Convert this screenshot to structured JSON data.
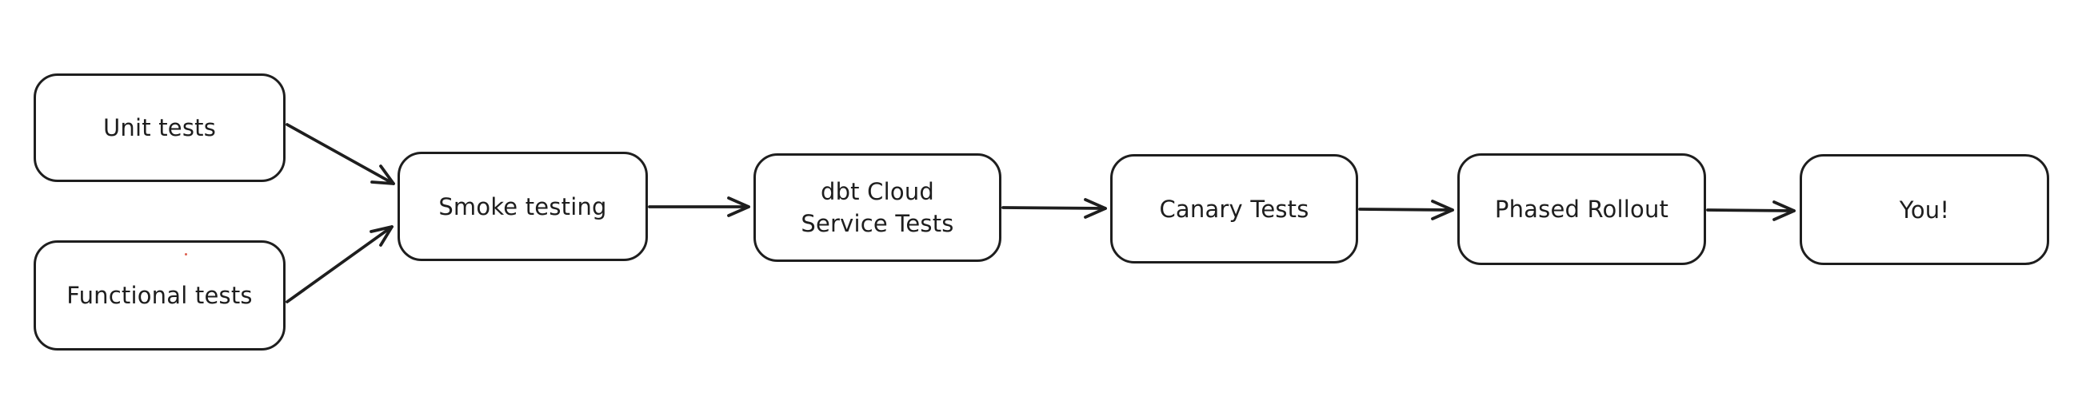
{
  "diagram": {
    "title": "Release testing pipeline flowchart",
    "background_color": "#ffffff",
    "stroke_color": "#1e1e1e",
    "stray_dot_color": "#de5f50",
    "nodes": [
      {
        "id": "unit-tests",
        "label": "Unit tests"
      },
      {
        "id": "functional-tests",
        "label": "Functional tests"
      },
      {
        "id": "smoke-testing",
        "label": "Smoke testing"
      },
      {
        "id": "dbt-cloud-service-tests",
        "label": "dbt Cloud\nService Tests"
      },
      {
        "id": "canary-tests",
        "label": "Canary Tests"
      },
      {
        "id": "phased-rollout",
        "label": "Phased Rollout"
      },
      {
        "id": "you",
        "label": "You!"
      }
    ],
    "edges": [
      {
        "from": "unit-tests",
        "to": "smoke-testing"
      },
      {
        "from": "functional-tests",
        "to": "smoke-testing"
      },
      {
        "from": "smoke-testing",
        "to": "dbt-cloud-service-tests"
      },
      {
        "from": "dbt-cloud-service-tests",
        "to": "canary-tests"
      },
      {
        "from": "canary-tests",
        "to": "phased-rollout"
      },
      {
        "from": "phased-rollout",
        "to": "you"
      }
    ]
  }
}
